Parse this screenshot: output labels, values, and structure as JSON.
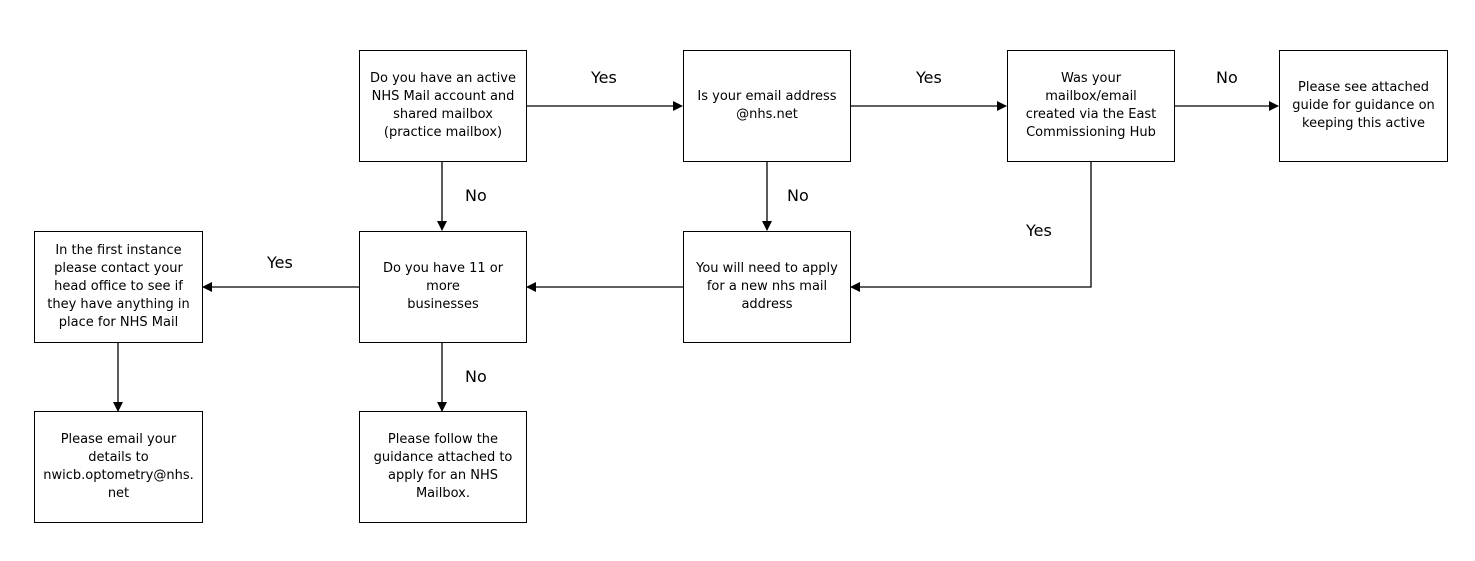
{
  "nodes": {
    "q_active_mail": "Do you have an active\nNHS Mail account and\nshared mailbox\n(practice mailbox)",
    "q_nhs_net": "Is your email address\n@nhs.net",
    "q_east_hub": "Was your mailbox/email\ncreated via the East\nCommissioning Hub",
    "guide_active": "Please see attached\nguide for guidance on\nkeeping this active",
    "q_11_businesses": "Do you have 11 or more\nbusinesses",
    "apply_new": "You will need to apply\nfor a new nhs mail\naddress",
    "contact_head_office": "In the first instance\nplease contact your\nhead office to see if\nthey have anything in\nplace for NHS Mail",
    "email_details": "Please email your\ndetails to\nnwicb.optometry@nhs.\nnet",
    "follow_guidance": "Please follow the\nguidance attached to\napply for an NHS\nMailbox."
  },
  "edge_labels": {
    "active_to_nhsnet": "Yes",
    "active_to_11": "No",
    "nhsnet_to_hub": "Yes",
    "nhsnet_to_apply": "No",
    "hub_to_guide": "No",
    "hub_to_apply": "Yes",
    "eleven_to_head": "Yes",
    "eleven_to_follow": "No"
  },
  "colors": {
    "line": "#000000",
    "box_border": "#000000",
    "background": "#ffffff"
  }
}
